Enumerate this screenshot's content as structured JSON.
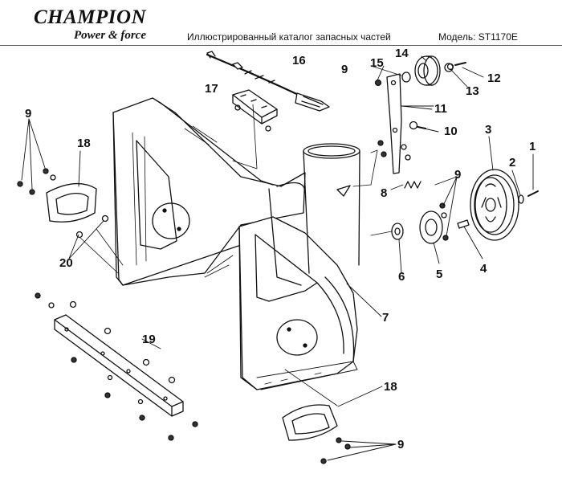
{
  "header": {
    "brand_name": "CHAMPION",
    "brand_tagline": "Power & force",
    "catalog_title": "Иллюстрированный каталог запасных частей",
    "model": "Модель: ST1170E"
  },
  "callouts": [
    {
      "id": "16",
      "label": "16"
    },
    {
      "id": "17",
      "label": "17"
    },
    {
      "id": "9a",
      "label": "9"
    },
    {
      "id": "15",
      "label": "15"
    },
    {
      "id": "14",
      "label": "14"
    },
    {
      "id": "12",
      "label": "12"
    },
    {
      "id": "13",
      "label": "13"
    },
    {
      "id": "11",
      "label": "11"
    },
    {
      "id": "10",
      "label": "10"
    },
    {
      "id": "3",
      "label": "3"
    },
    {
      "id": "9b",
      "label": "9"
    },
    {
      "id": "18a",
      "label": "18"
    },
    {
      "id": "2",
      "label": "2"
    },
    {
      "id": "1",
      "label": "1"
    },
    {
      "id": "9c",
      "label": "9"
    },
    {
      "id": "8",
      "label": "8"
    },
    {
      "id": "20",
      "label": "20"
    },
    {
      "id": "4",
      "label": "4"
    },
    {
      "id": "6",
      "label": "6"
    },
    {
      "id": "5",
      "label": "5"
    },
    {
      "id": "7",
      "label": "7"
    },
    {
      "id": "19",
      "label": "19"
    },
    {
      "id": "18b",
      "label": "18"
    },
    {
      "id": "9d",
      "label": "9"
    }
  ],
  "colors": {
    "line": "#111111",
    "background": "#ffffff"
  }
}
